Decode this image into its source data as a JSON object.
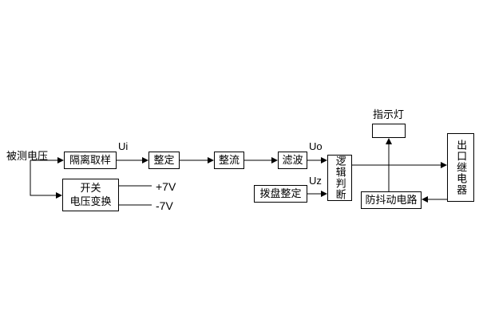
{
  "diagram": {
    "input_label": "被测电压",
    "boxes": {
      "isolation": "隔离取样",
      "setting": "整定",
      "rectifier": "整流",
      "filter": "滤波",
      "logic": "逻辑判断",
      "dial": "拨盘整定",
      "switch_line1": "开关",
      "switch_line2": "电压变换",
      "debounce": "防抖动电路",
      "relay": "出口继电器"
    },
    "signals": {
      "ui": "Ui",
      "uo": "Uo",
      "uz": "Uz",
      "plus": "+7V",
      "minus": "-7V"
    },
    "indicator": {
      "label": "指示灯"
    },
    "line_color": "#000000"
  }
}
